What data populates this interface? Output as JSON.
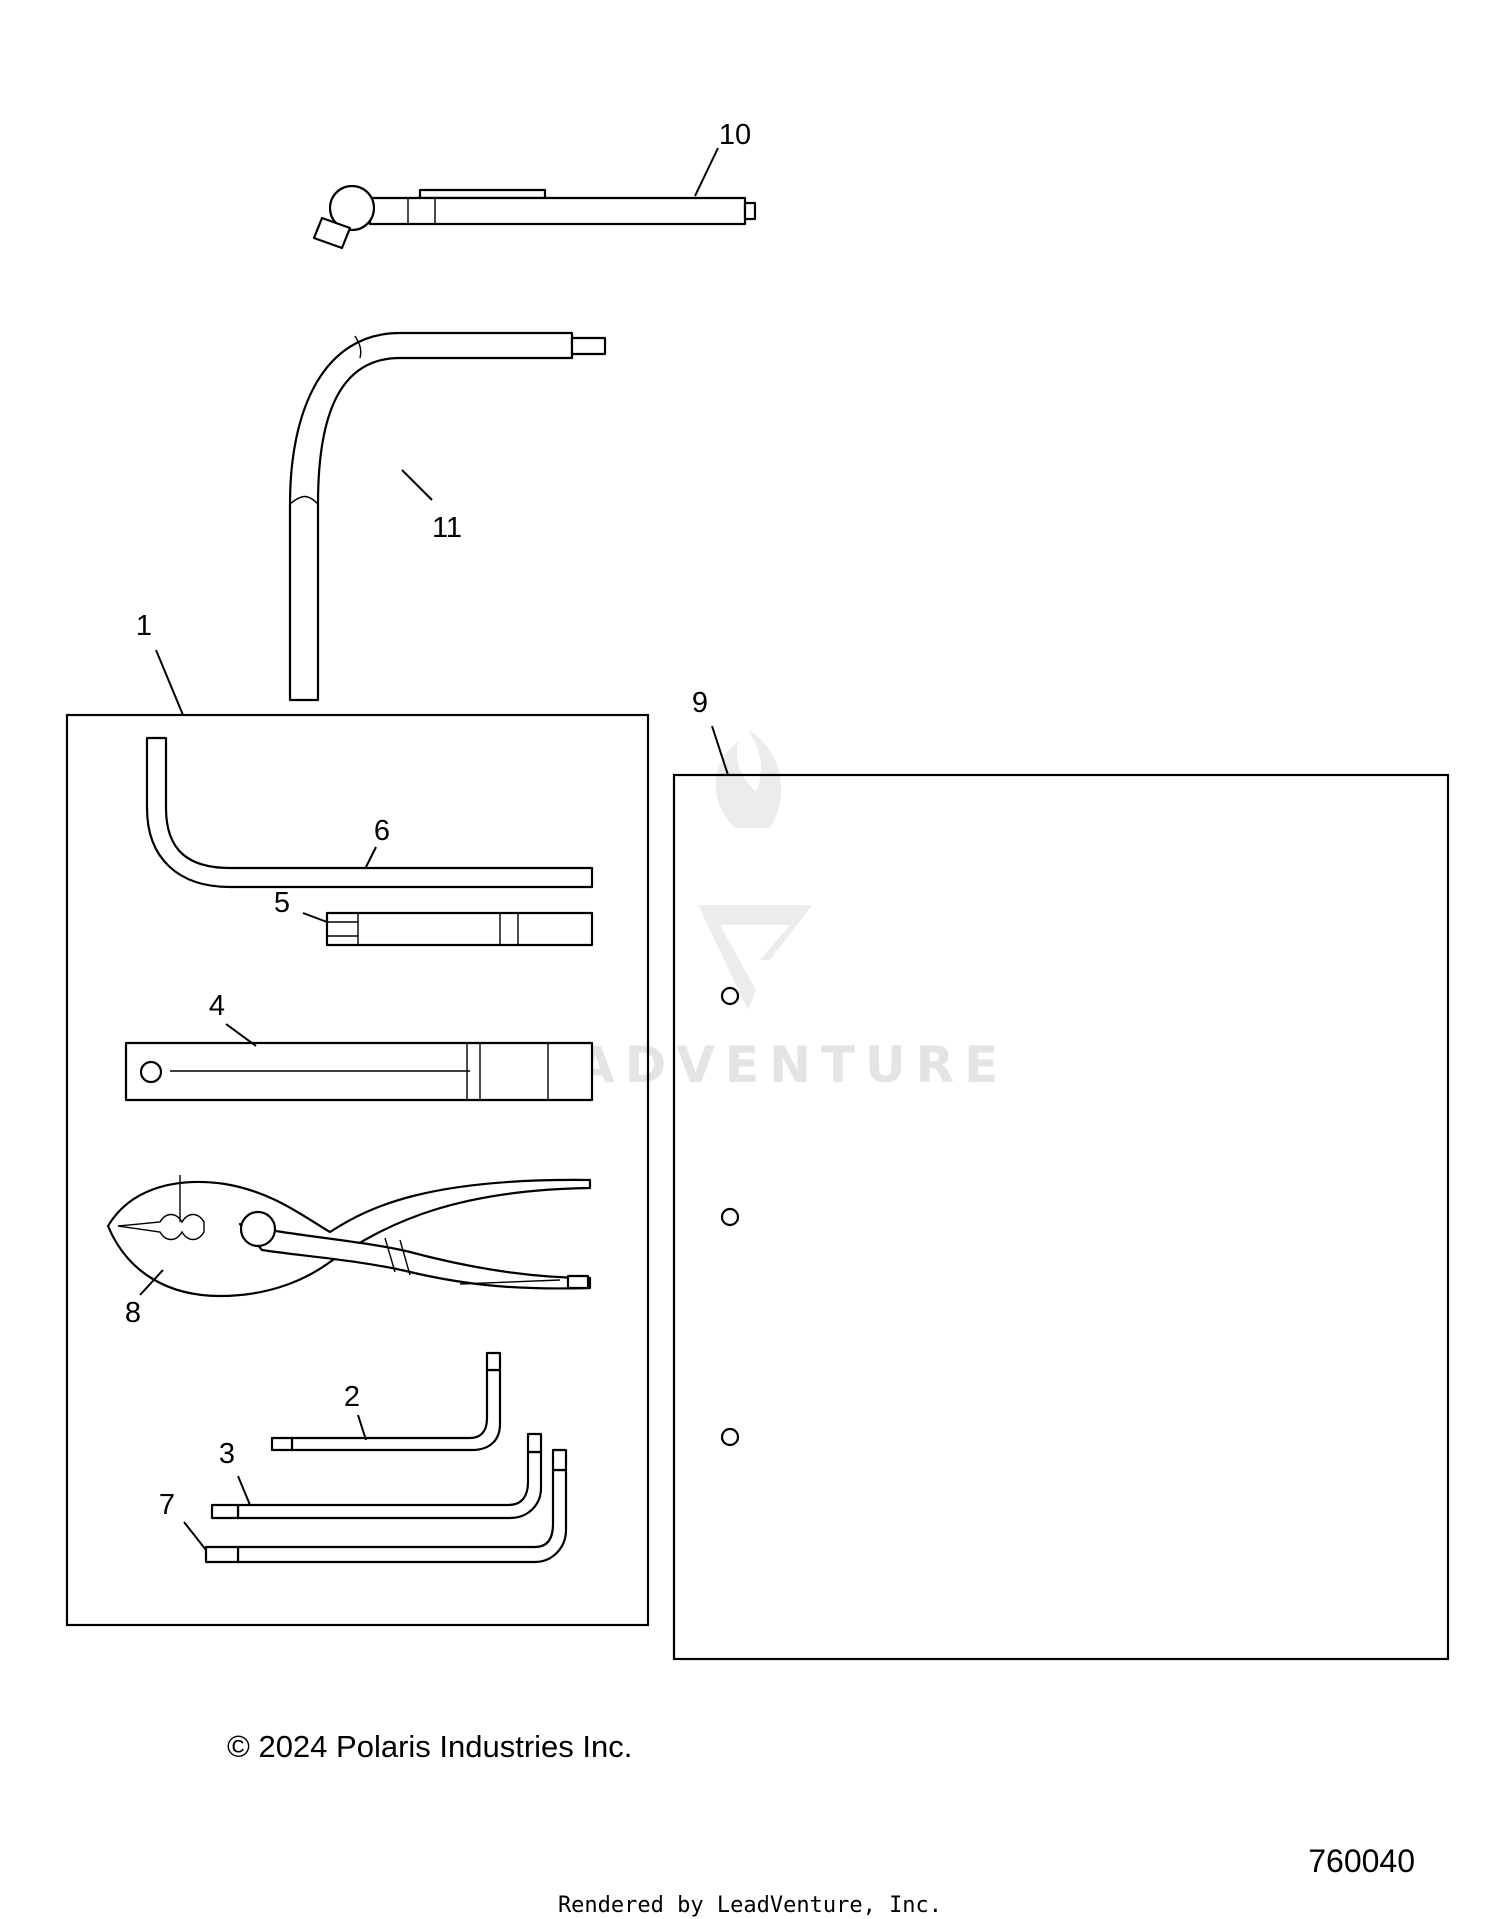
{
  "callouts": {
    "c1": "1",
    "c2": "2",
    "c3": "3",
    "c4": "4",
    "c5": "5",
    "c6": "6",
    "c7": "7",
    "c8": "8",
    "c9": "9",
    "c10": "10",
    "c11": "11"
  },
  "watermark": {
    "text": "LEADVENTURE"
  },
  "footer": {
    "copyright": "© 2024 Polaris Industries Inc.",
    "diagram_id": "760040",
    "rendered_by": "Rendered by LeadVenture, Inc."
  }
}
